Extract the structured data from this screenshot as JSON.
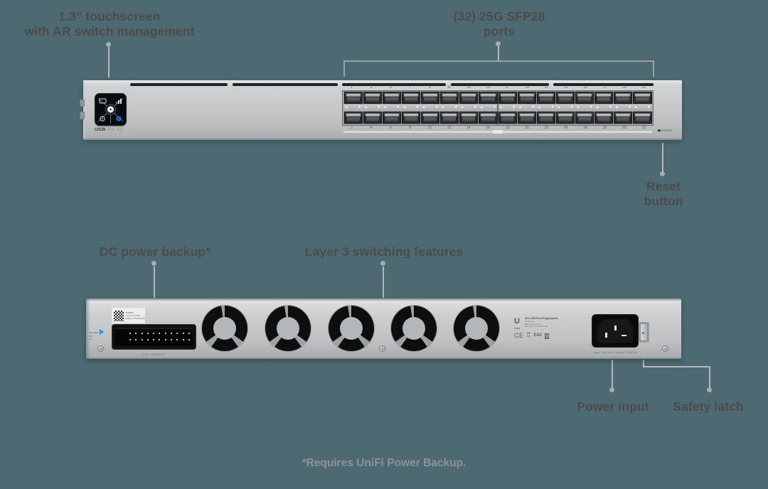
{
  "callouts": {
    "touchscreen": {
      "line1": "1.3\" touchscreen",
      "line2": "with AR switch management"
    },
    "ports": {
      "line1": "(32) 25G SFP28",
      "line2": "ports"
    },
    "reset": {
      "line1": "Reset",
      "line2": "button"
    },
    "dc_backup": "DC power backup*",
    "layer3": "Layer 3 switching features",
    "power_input": "Power input",
    "safety_latch": "Safety latch",
    "footnote": "*Requires UniFi Power Backup."
  },
  "front_panel": {
    "model_name_bold": "USW",
    "model_name_regular": " Pro XG",
    "reset_button_label": "RESET",
    "port_columns": 16,
    "port_numbers_top": [
      "1",
      "3",
      "5",
      "7",
      "9",
      "11",
      "13",
      "15",
      "17",
      "19",
      "21",
      "23",
      "25",
      "27",
      "29",
      "31"
    ],
    "port_numbers_bottom": [
      "2",
      "4",
      "6",
      "8",
      "10",
      "12",
      "14",
      "16",
      "18",
      "20",
      "22",
      "24",
      "26",
      "28",
      "30",
      "32"
    ]
  },
  "back_panel": {
    "serial_label_lines": [
      "1118000",
      "xxxxxxxxxxXXX",
      "Made in XXXXXXXX"
    ],
    "usp_connect_label": "USP CONNECT",
    "rps_lines": [
      "USP RPS",
      "OFF",
      "ON"
    ],
    "fan_count": 5,
    "connector_pin_columns": 11,
    "regulatory": {
      "model_line": "A/N: USW-Pro-XG-Aggregation",
      "company": "Ubiquiti Inc.",
      "address1": "685 Third Avenue",
      "address2": "New York, NY 10017 USA",
      "sku": "UC284",
      "logo": "U",
      "marks": [
        "CE",
        "UK\nCA",
        "EAC"
      ]
    },
    "power_input_label": "Input: 100-240V~3A Max, 50/60Hz"
  },
  "colors": {
    "background": "#4d6971",
    "label_text": "#4c4c4a",
    "footnote_text": "#8b9298",
    "callout_line": "#b5b9bc",
    "accent_blue": "#2f6fe4"
  }
}
